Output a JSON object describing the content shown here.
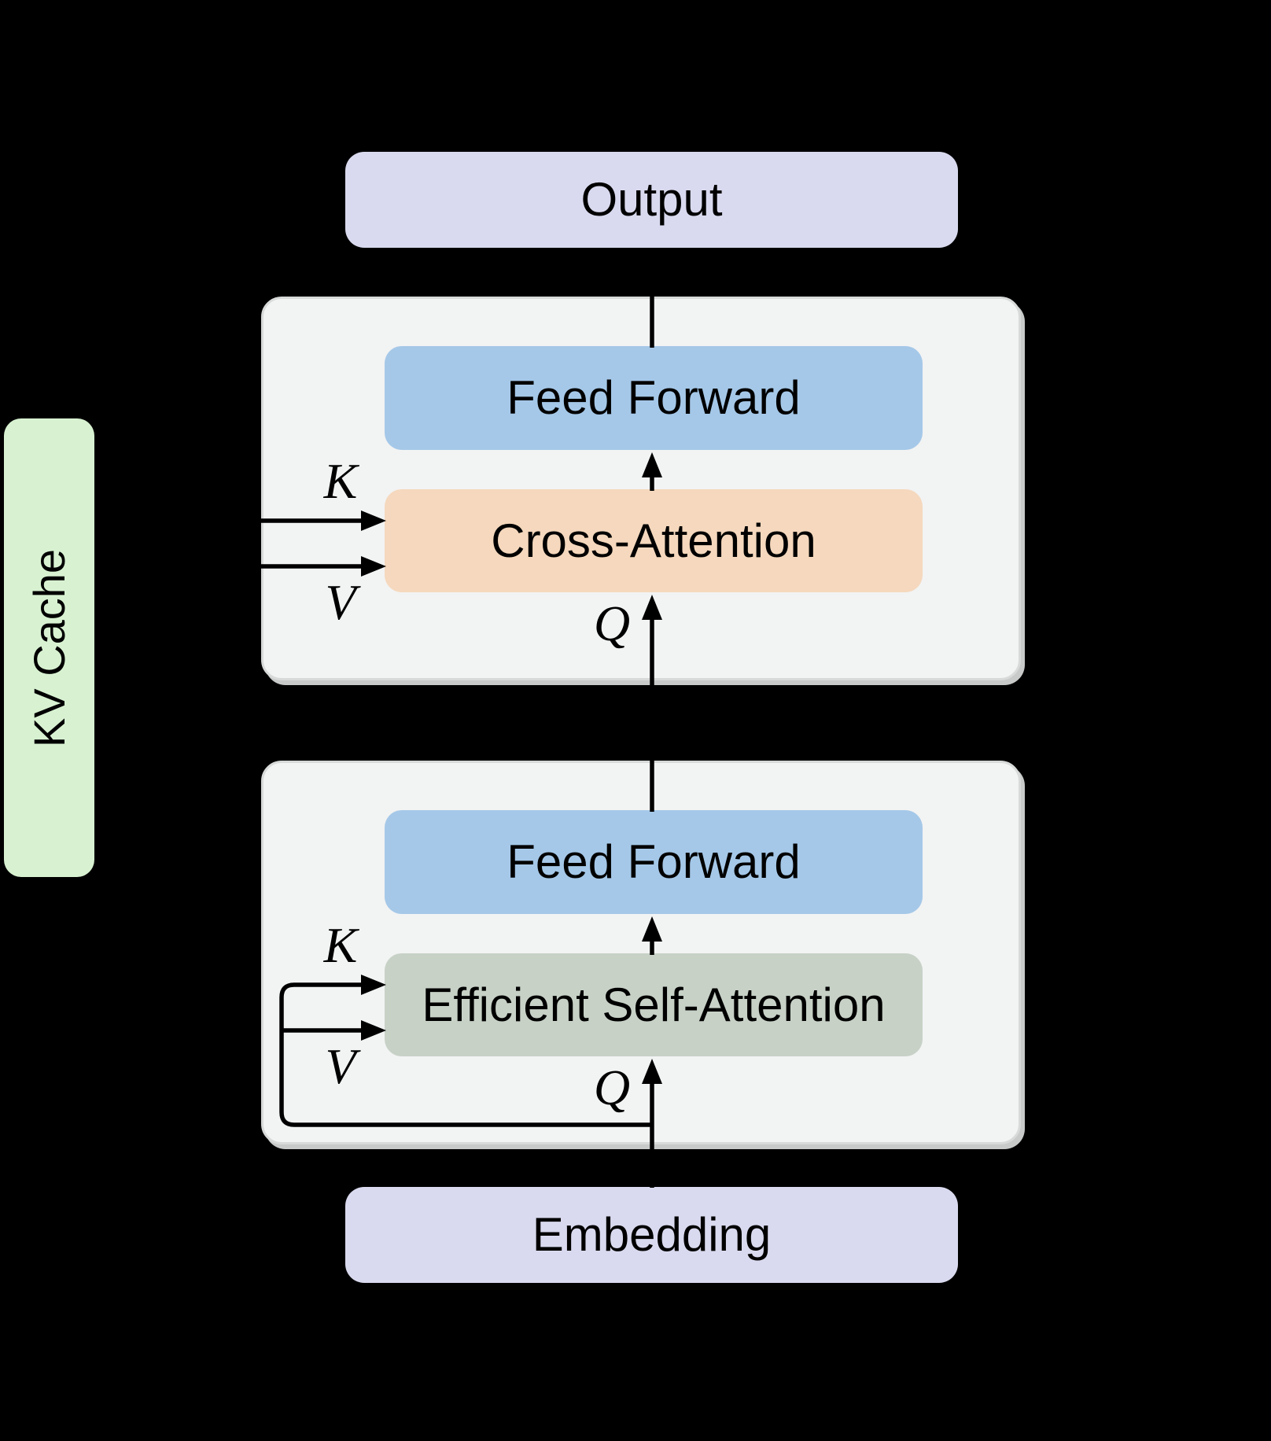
{
  "colors": {
    "background": "#000000",
    "io_box": "#d9daef",
    "container_fill": "#f2f3f3",
    "container_border": "#d8dada",
    "container_shadow": "#c8caca",
    "feed_forward": "#a5c8e8",
    "cross_attention": "#f5d8bd",
    "efficient_self_attention": "#c7d1c6",
    "kv_cache": "#d8f2d1",
    "line": "#000000",
    "text": "#000000"
  },
  "output": {
    "label": "Output"
  },
  "embedding": {
    "label": "Embedding"
  },
  "kv_cache": {
    "label": "KV Cache"
  },
  "top_block": {
    "feed_forward_label": "Feed Forward",
    "attention_label": "Cross-Attention",
    "k_label": "K",
    "v_label": "V",
    "q_label": "Q"
  },
  "bottom_block": {
    "feed_forward_label": "Feed Forward",
    "attention_label": "Efficient Self-Attention",
    "k_label": "K",
    "v_label": "V",
    "q_label": "Q"
  }
}
